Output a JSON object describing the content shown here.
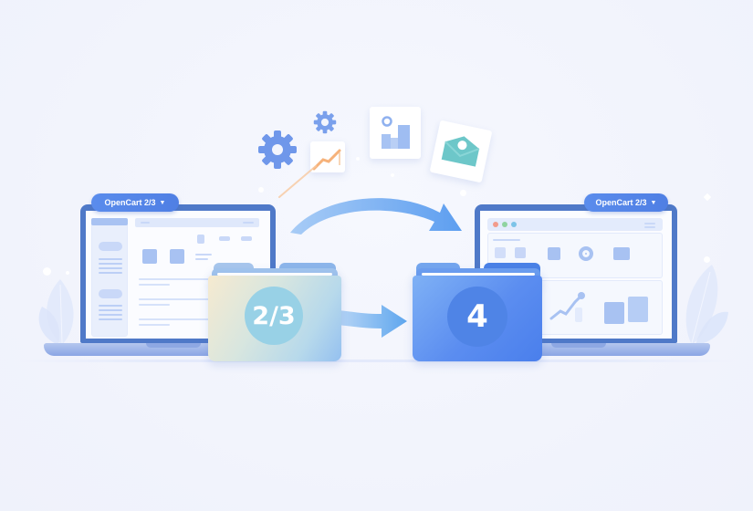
{
  "illustration": {
    "subject": "OpenCart version migration from 2/3 to 4",
    "source_laptop": {
      "badge_label": "OpenCart 2/3",
      "badge_icon": "chevron-down-icon"
    },
    "target_laptop": {
      "badge_label": "OpenCart 2/3",
      "badge_icon": "chevron-down-icon",
      "window_dots": [
        "#f29b8b",
        "#8fd3a0",
        "#7cc3e8"
      ]
    },
    "source_folder": {
      "label": "2/3"
    },
    "target_folder": {
      "label": "4"
    },
    "floating_icons": [
      "gear-icon",
      "gear-icon",
      "line-chart-icon",
      "bar-chart-icon",
      "envelope-icon"
    ],
    "colors": {
      "background": "#f3f5fd",
      "laptop_bezel": "#4f79c8",
      "badge": "#5a8cec",
      "folder_new": "#5b8df0",
      "folder_old_start": "#f4e9cf",
      "folder_old_end": "#9cc6ee",
      "arrow": "#6aa6f2",
      "accent_orange": "#f6b27a",
      "teal": "#6dc7c9"
    }
  }
}
